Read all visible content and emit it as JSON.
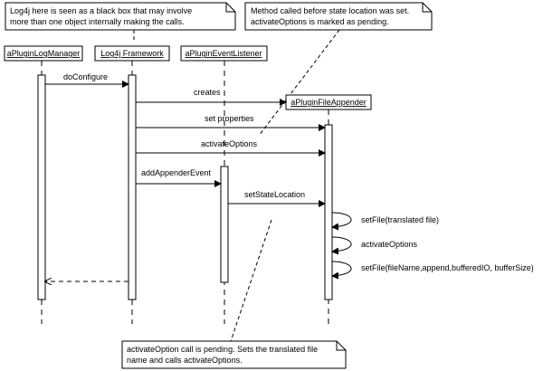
{
  "notes": {
    "top_left": [
      "Log4j here is seen as a black box that may involve",
      "more than one object internally making the calls."
    ],
    "top_right": [
      "Method called before state location was set.",
      "activateOptions is marked as pending."
    ],
    "bottom": [
      "activateOption call is pending. Sets the translated file",
      "name and calls activateOptions."
    ]
  },
  "participants": {
    "log_manager": "aPluginLogManager",
    "framework": "Log4j Framework",
    "event_listener": "aPluginEventListener",
    "file_appender": "aPluginFileAppender"
  },
  "messages": {
    "do_configure": "doConfigure",
    "creates": "creates",
    "set_properties": "set properties",
    "activate_options": "activateOptions",
    "add_appender_event": "addAppenderEvent",
    "set_state_location": "setStateLocation",
    "set_file_translated": "setFile(translated file)",
    "activate_options_self": "activateOptions",
    "set_file_full": "setFile(fileName,append,bufferedIO, bufferSize)"
  },
  "colors": {
    "box_fill": "#ffffff",
    "line": "#000000"
  }
}
